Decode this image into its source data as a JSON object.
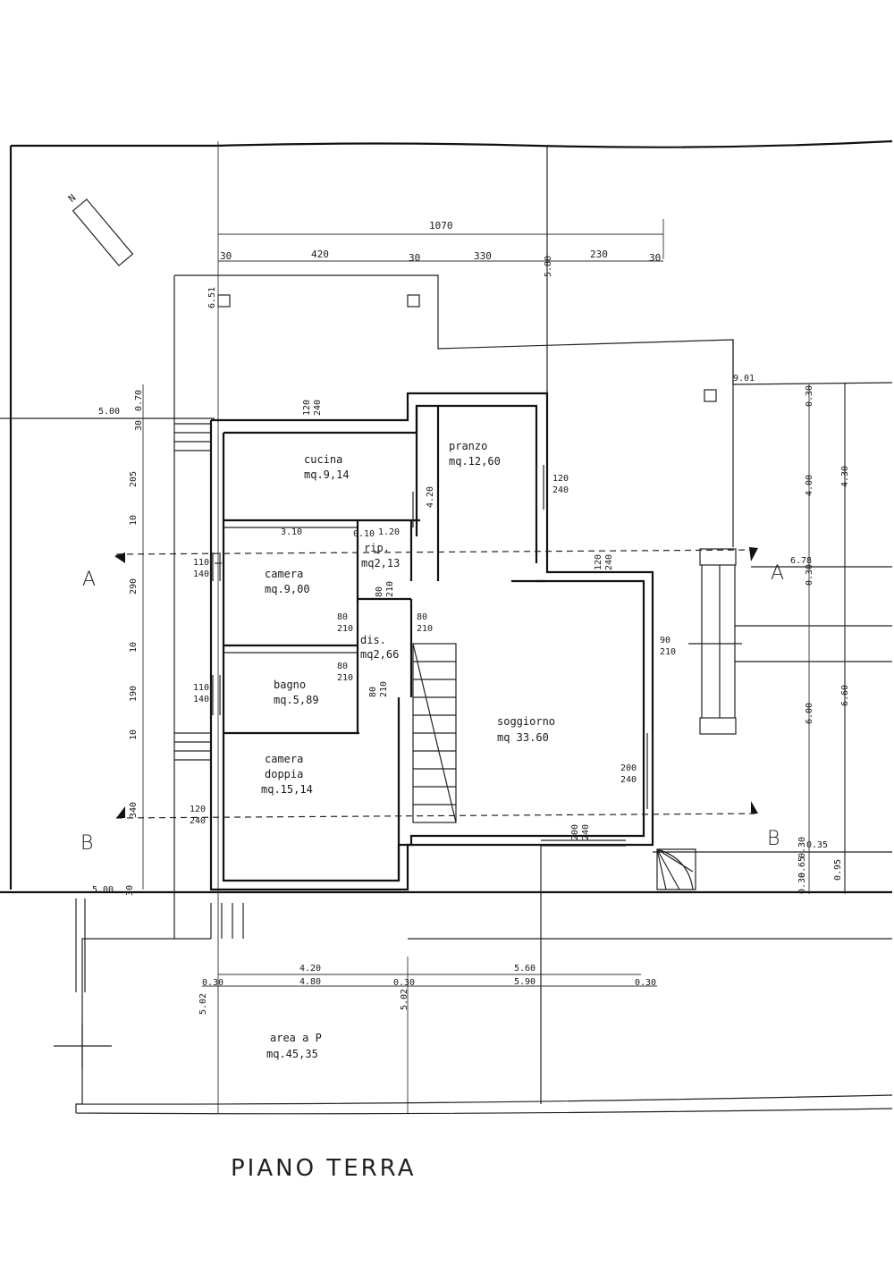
{
  "title": "PIANO TERRA",
  "north": "N",
  "rooms": {
    "cucina": {
      "name": "cucina",
      "area": "mq.9,14"
    },
    "pranzo": {
      "name": "pranzo",
      "area": "mq.12,60"
    },
    "camera": {
      "name": "camera",
      "area": "mq.9,00"
    },
    "rip": {
      "name": "rip.",
      "area": "mq2,13"
    },
    "dis": {
      "name": "dis.",
      "area": "mq2,66"
    },
    "bagno": {
      "name": "bagno",
      "area": "mq.5,89"
    },
    "camera_doppia": {
      "name1": "camera",
      "name2": "doppia",
      "area": "mq.15,14"
    },
    "soggiorno": {
      "name": "soggiorno",
      "area": "mq 33.60"
    },
    "area_p": {
      "name": "area a P",
      "area": "mq.45,35"
    }
  },
  "sections": {
    "a": "A",
    "b": "B"
  },
  "top_dims": {
    "total": "1070",
    "d1": "30",
    "d2": "420",
    "d3": "30",
    "d4": "330",
    "d5": "230",
    "d6": "30",
    "v651": "6.51",
    "v580": "5.80"
  },
  "right_dims": {
    "v901": "9.01",
    "v030a": "0.30",
    "v400": "4.00",
    "v430": "4.30",
    "v678": "6.78",
    "v030b": "0.30",
    "v600": "6.00",
    "v660": "6.60",
    "v035": "0.35",
    "v030c": "0.30",
    "v065": "0.65",
    "v030d": "0.30",
    "v095": "0.95"
  },
  "left_dims": {
    "v500a": "5.00",
    "v30a": "30",
    "v070": "0.70",
    "v205": "205",
    "v10a": "10",
    "v290": "290",
    "v10b": "10",
    "v190": "190",
    "v10c": "10",
    "v340": "340",
    "v500b": "5.00",
    "v30b": "30"
  },
  "openings": {
    "o120_240a": [
      "120",
      "240"
    ],
    "o120_240b": [
      "120",
      "240"
    ],
    "o120_240c": [
      "120",
      "240"
    ],
    "o110_140a": [
      "110",
      "140"
    ],
    "o110_140b": [
      "110",
      "140"
    ],
    "o120_240d": [
      "120",
      "240"
    ],
    "o80_210a": [
      "80",
      "210"
    ],
    "o80_210b": [
      "80",
      "210"
    ],
    "o80_210c": [
      "80",
      "210"
    ],
    "o80_210d": [
      "80",
      "210"
    ],
    "o80_210e": [
      "80",
      "210"
    ],
    "o90_210": [
      "90",
      "210"
    ],
    "o200_240a": [
      "200",
      "240"
    ],
    "o200_240b": [
      "200",
      "240"
    ],
    "w420": "4.20",
    "w310": "3.10",
    "w010": "0.10",
    "w120": "1.20"
  },
  "bottom_dims": {
    "v420": "4.20",
    "v560": "5.60",
    "v030a": "0.30",
    "v480": "4.80",
    "v030b": "0.30",
    "v590": "5.90",
    "v030c": "0.30",
    "v502a": "5.02",
    "v502b": "5.02"
  }
}
